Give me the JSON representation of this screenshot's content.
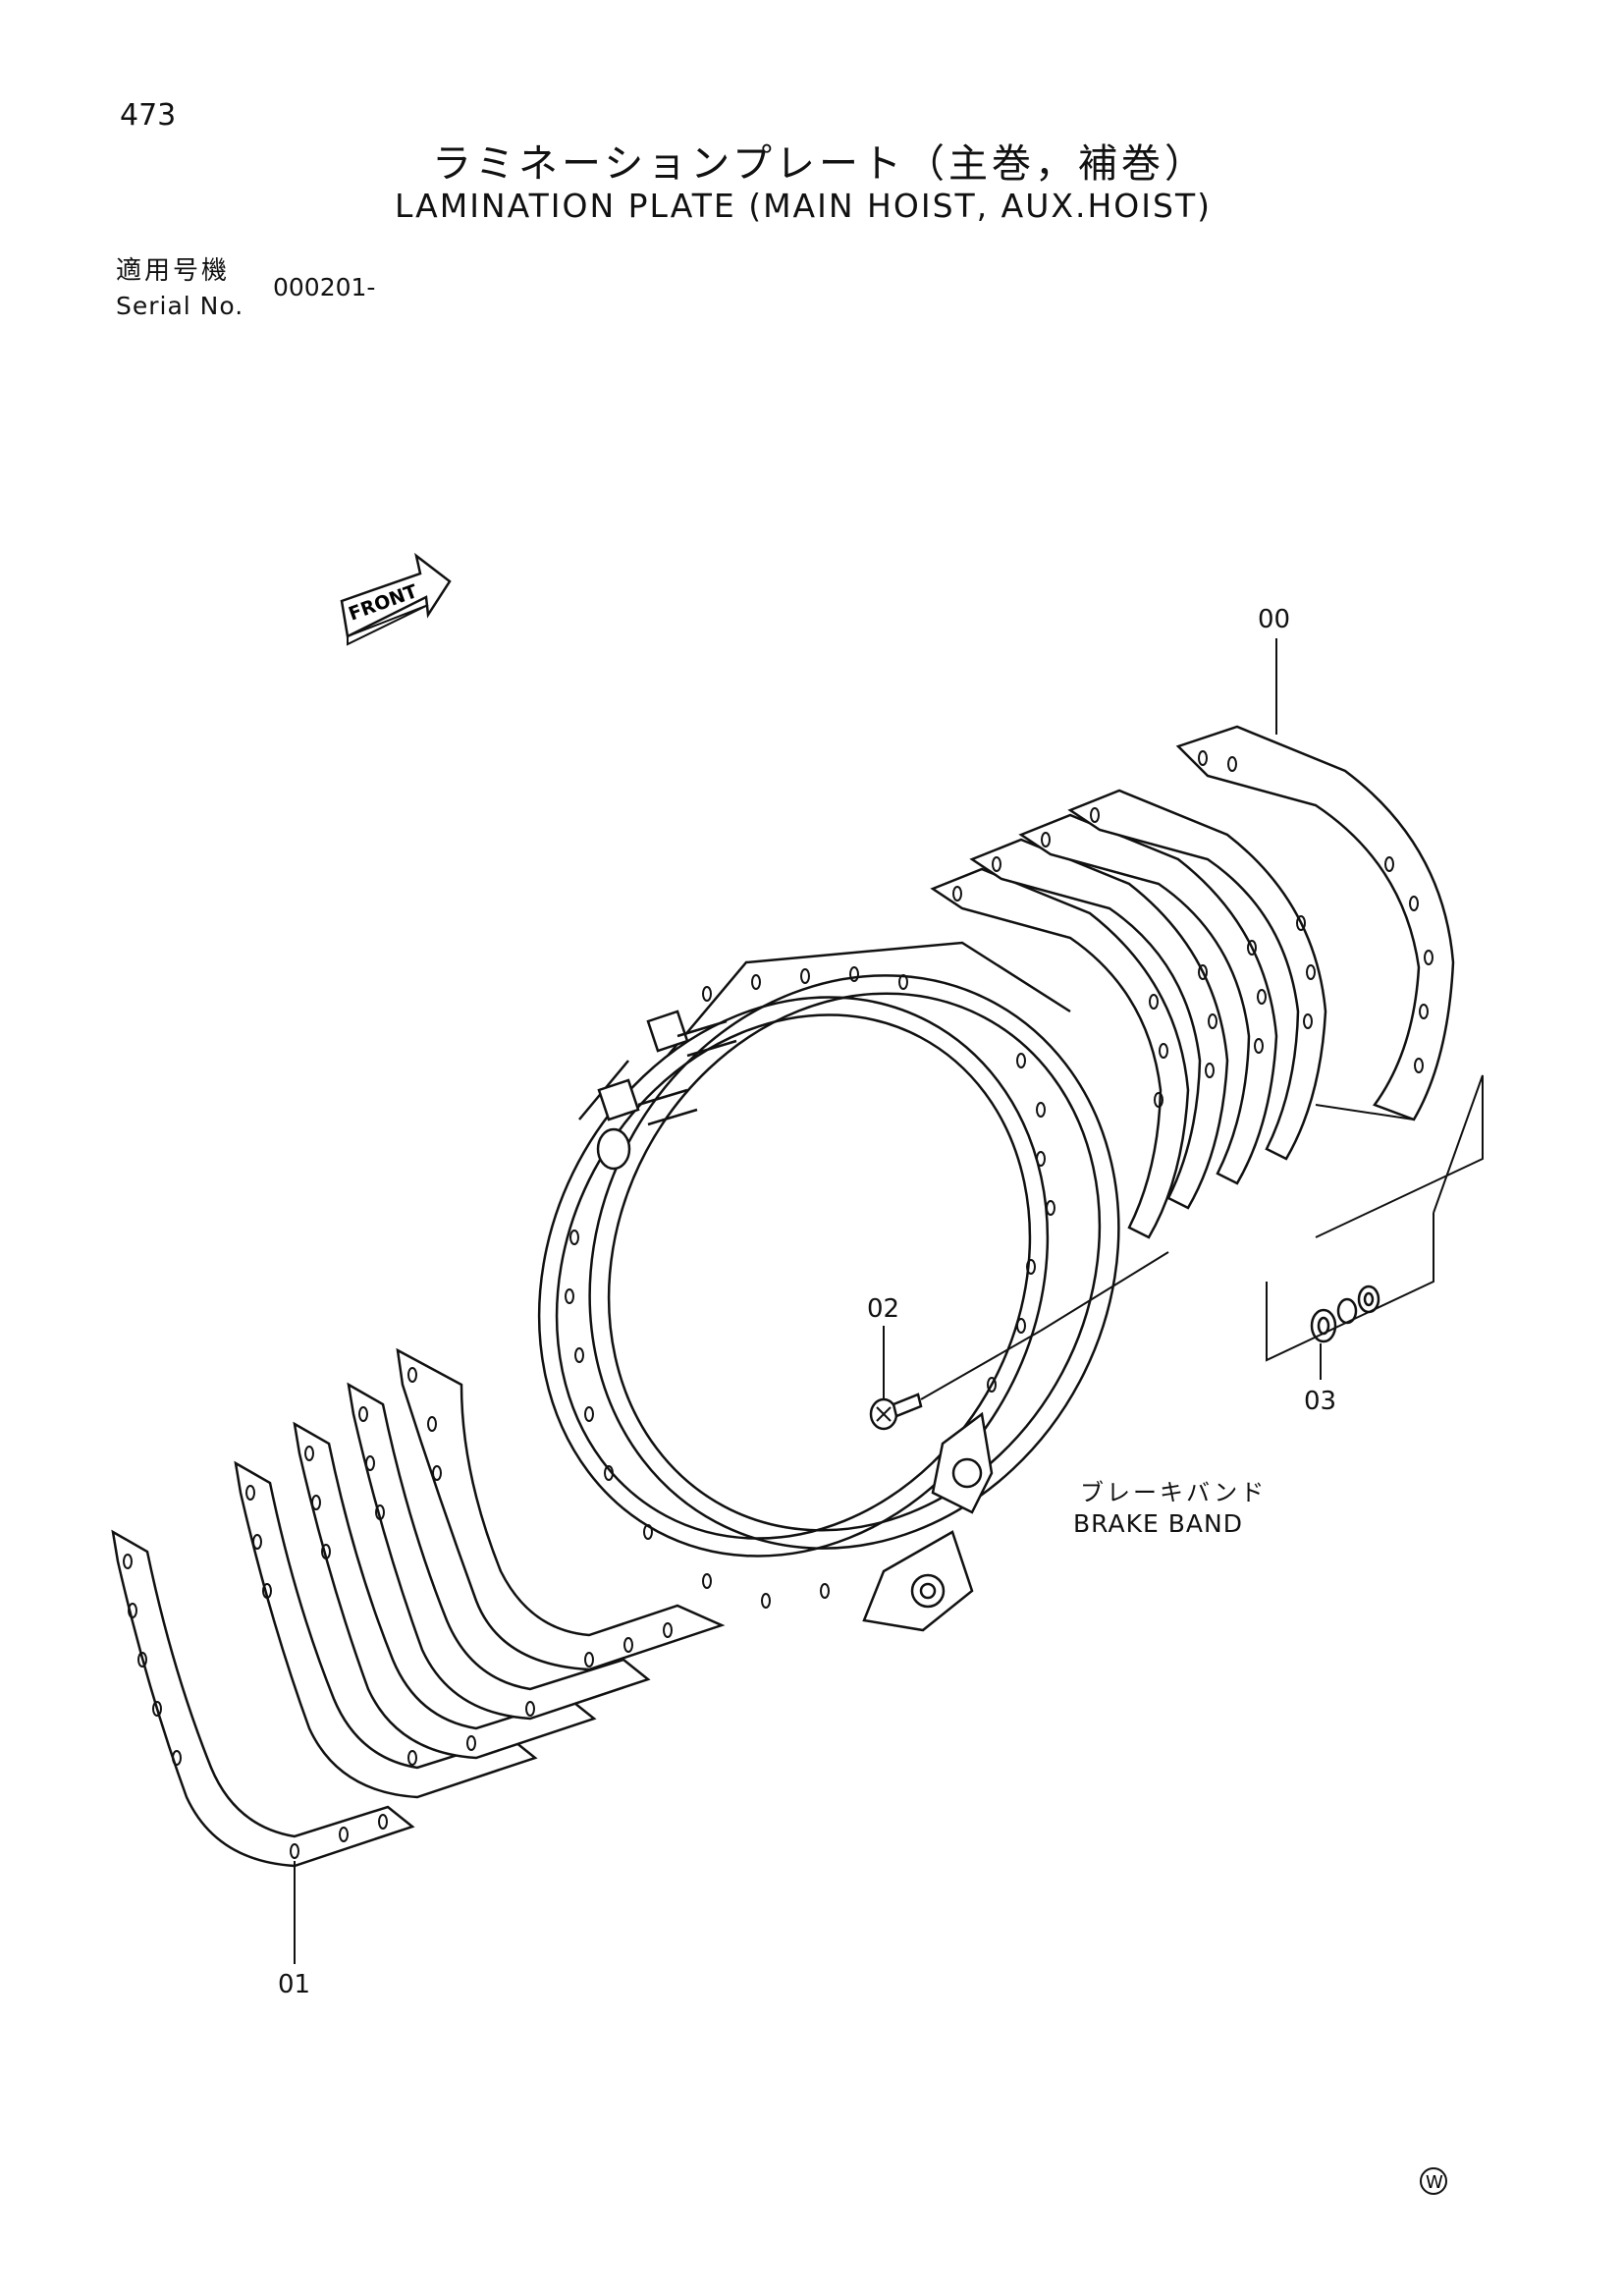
{
  "page_number": "473",
  "title_jp": "ラミネーションプレート（主巻，補巻）",
  "title_en": "LAMINATION PLATE (MAIN HOIST, AUX.HOIST)",
  "serial": {
    "label_jp": "適用号機",
    "label_en": "Serial No.",
    "value": "000201-"
  },
  "front_arrow": {
    "label": "FRONT"
  },
  "callouts": {
    "c00": "00",
    "c01": "01",
    "c02": "02",
    "c03": "03"
  },
  "brake_band": {
    "label_jp": "ブレーキバンド",
    "label_en": "BRAKE BAND"
  },
  "maker_mark": "W"
}
